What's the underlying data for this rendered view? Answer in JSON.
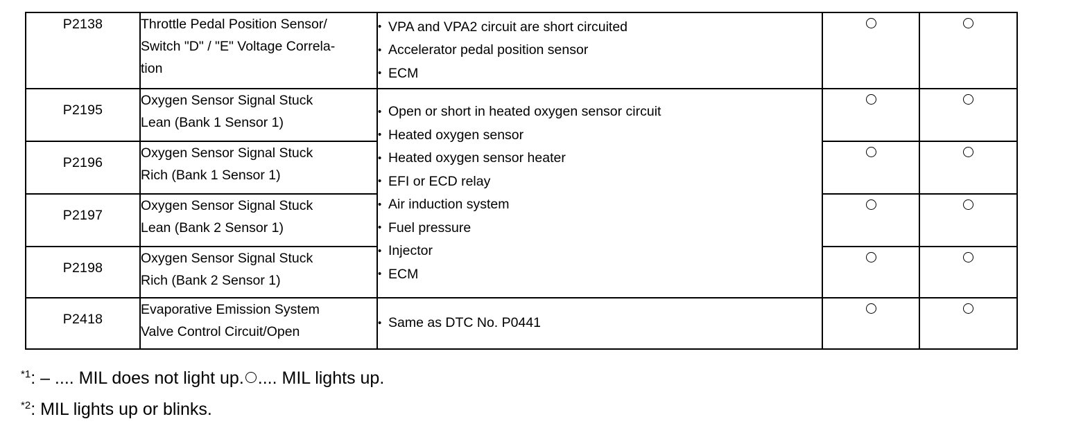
{
  "table": {
    "columns": [
      "dtc_code",
      "detection_item",
      "trouble_area",
      "mil_column",
      "memory_column"
    ],
    "rows": [
      {
        "code": "P2138",
        "item_lines": [
          "Throttle Pedal Position Sensor/",
          "Switch \"D\" / \"E\" Voltage Correla-",
          "tion"
        ],
        "mil": "circle",
        "memory": "circle"
      },
      {
        "code": "P2195",
        "item_lines": [
          "Oxygen Sensor Signal Stuck",
          "Lean (Bank 1 Sensor 1)"
        ],
        "mil": "circle",
        "memory": "circle"
      },
      {
        "code": "P2196",
        "item_lines": [
          "Oxygen Sensor Signal Stuck",
          "Rich (Bank 1 Sensor 1)"
        ],
        "mil": "circle",
        "memory": "circle"
      },
      {
        "code": "P2197",
        "item_lines": [
          "Oxygen Sensor Signal Stuck",
          "Lean (Bank 2 Sensor 1)"
        ],
        "mil": "circle",
        "memory": "circle"
      },
      {
        "code": "P2198",
        "item_lines": [
          "Oxygen Sensor Signal Stuck",
          "Rich (Bank 2 Sensor 1)"
        ],
        "mil": "circle",
        "memory": "circle"
      },
      {
        "code": "P2418",
        "item_lines": [
          "Evaporative Emission System",
          "Valve Control Circuit/Open"
        ],
        "mil": "circle",
        "memory": "circle"
      }
    ],
    "trouble_area_groups": [
      {
        "row_span": 1,
        "bullets": [
          "VPA and VPA2 circuit are short circuited",
          "Accelerator pedal position sensor",
          "ECM"
        ]
      },
      {
        "row_span": 4,
        "bullets": [
          "Open or short in heated oxygen sensor circuit",
          "Heated oxygen sensor",
          "Heated oxygen sensor heater",
          "EFI or ECD relay",
          "Air induction system",
          "Fuel pressure",
          "Injector",
          "ECM"
        ]
      },
      {
        "row_span": 1,
        "bullets": [
          "Same as DTC No. P0441"
        ]
      }
    ]
  },
  "footnotes": [
    {
      "marker": "*1",
      "text_before_circle": ": – .... MIL does not light up.",
      "text_after_circle": ".... MIL lights up."
    },
    {
      "marker": "*2",
      "text_before_circle": ": MIL lights up or blinks.",
      "text_after_circle": ""
    }
  ],
  "colors": {
    "border": "#000000",
    "background": "#ffffff",
    "text": "#000000"
  }
}
